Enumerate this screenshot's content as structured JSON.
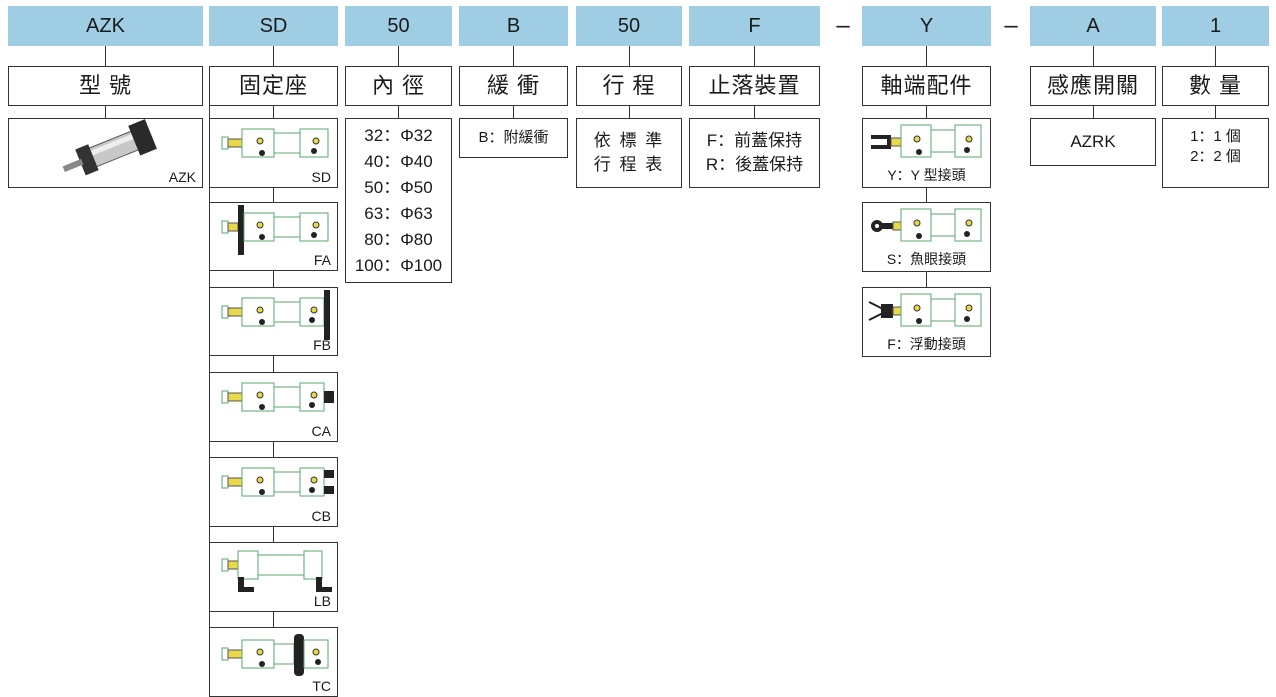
{
  "columns": [
    {
      "code": "AZK",
      "label": "型 號"
    },
    {
      "code": "SD",
      "label": "固定座"
    },
    {
      "code": "50",
      "label": "內 徑"
    },
    {
      "code": "B",
      "label": "緩 衝"
    },
    {
      "code": "50",
      "label": "行 程"
    },
    {
      "code": "F",
      "label": "止落裝置"
    },
    {
      "code": "Y",
      "label": "軸端配件"
    },
    {
      "code": "A",
      "label": "感應開關"
    },
    {
      "code": "1",
      "label": "數 量"
    }
  ],
  "separator": "–",
  "model": {
    "caption": "AZK"
  },
  "mounts": [
    "SD",
    "FA",
    "FB",
    "CA",
    "CB",
    "LB",
    "TC"
  ],
  "bore": {
    "lines": [
      "32：Φ32",
      "40：Φ40",
      "50：Φ50",
      "63：Φ63",
      "80：Φ80",
      "100：Φ100"
    ]
  },
  "cushion": {
    "text": "B：附緩衝"
  },
  "stroke": {
    "lines": [
      "依 標 準",
      "行 程 表"
    ]
  },
  "stopper": {
    "lines": [
      "F：前蓋保持",
      "R：後蓋保持"
    ]
  },
  "rod_end": [
    "Y：Y 型接頭",
    "S：魚眼接頭",
    "F：浮動接頭"
  ],
  "sensor": {
    "text": "AZRK"
  },
  "quantity": {
    "lines": [
      "1：1 個",
      "2：2 個"
    ]
  },
  "colors": {
    "header_bg": "#9fcde3",
    "cylinder_line": "#5aa86a",
    "port_yellow": "#e8d84a"
  }
}
